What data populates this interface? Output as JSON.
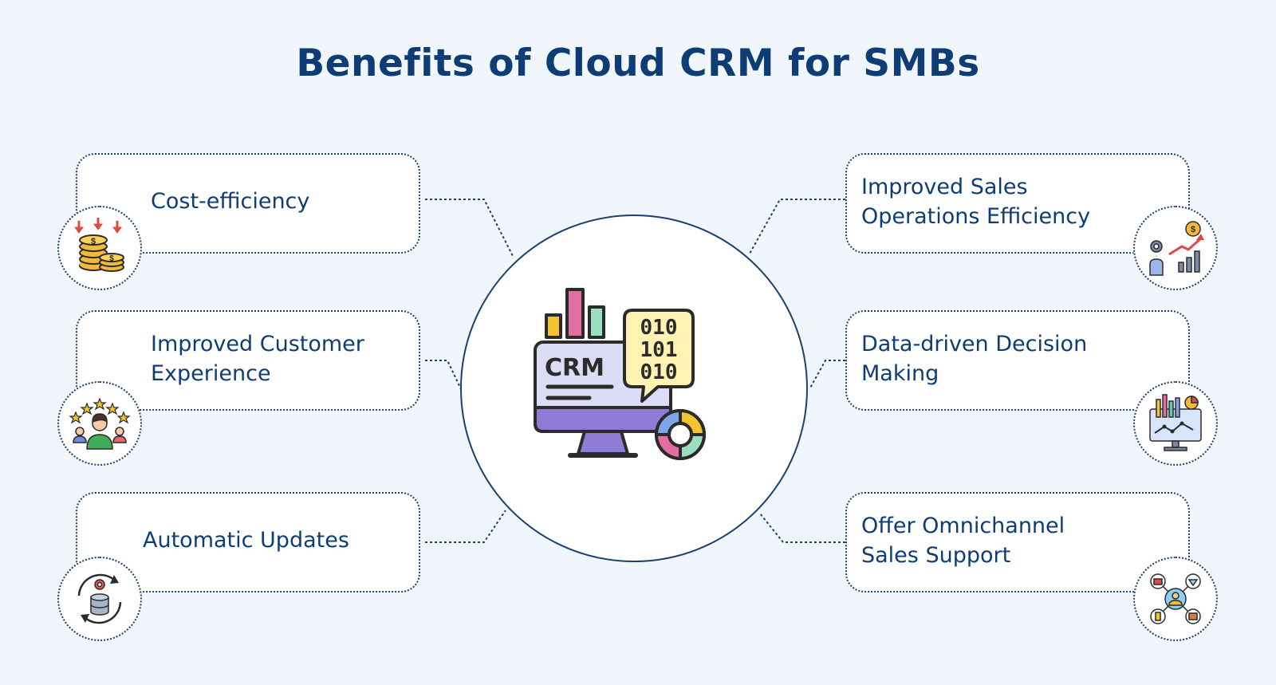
{
  "title": "Benefits of Cloud CRM for SMBs",
  "center": {
    "icon": "crm-monitor-icon",
    "screen_text": "CRM",
    "code_lines": [
      "010",
      "101",
      "010"
    ]
  },
  "benefits_left": [
    {
      "label": "Cost-efficiency",
      "icon": "coins-icon"
    },
    {
      "label": "Improved Customer Experience",
      "icon": "customer-rating-icon"
    },
    {
      "label": "Automatic Updates",
      "icon": "update-cycle-icon"
    }
  ],
  "benefits_right": [
    {
      "label": "Improved Sales Operations Efficiency",
      "icon": "sales-growth-icon"
    },
    {
      "label": "Data-driven Decision Making",
      "icon": "analytics-dashboard-icon"
    },
    {
      "label": "Offer Omnichannel Sales Support",
      "icon": "omnichannel-network-icon"
    }
  ],
  "colors": {
    "title": "#0e3d76",
    "border": "#1b3f6e",
    "background": "#f1f6fc"
  }
}
